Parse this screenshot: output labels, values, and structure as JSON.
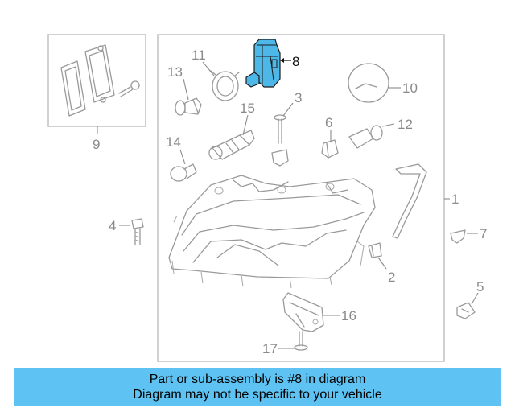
{
  "callouts": {
    "c1": "1",
    "c2": "2",
    "c3": "3",
    "c4": "4",
    "c5": "5",
    "c6": "6",
    "c7": "7",
    "c8": "8",
    "c9": "9",
    "c10": "10",
    "c11": "11",
    "c12": "12",
    "c13": "13",
    "c14": "14",
    "c15": "15",
    "c16": "16",
    "c17": "17"
  },
  "colors": {
    "highlight": "#4db8e8",
    "banner": "#5ec3f2",
    "lines": "#9a9a9a"
  },
  "banner": {
    "line1": "Part or sub-assembly is #8 in diagram",
    "line2": "Diagram may not be specific to your vehicle"
  }
}
